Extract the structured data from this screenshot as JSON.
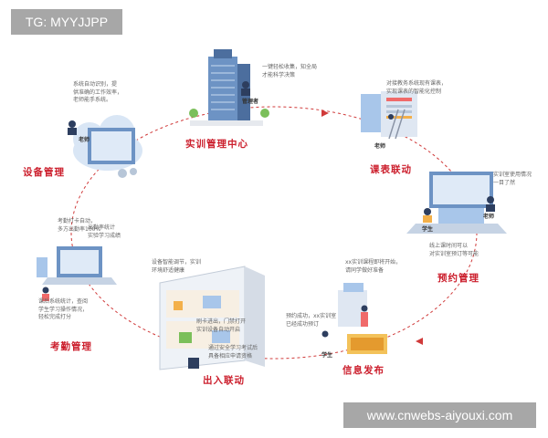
{
  "header_tag": "TG: MYYJJPP",
  "watermark": "www.cnwebs-aiyouxi.com",
  "nodes": {
    "center": {
      "label": "实训管理中心",
      "role": "管理者",
      "note": [
        "一键轻松收集，知全局",
        "才能科学决策"
      ]
    },
    "schedule": {
      "label": "课表联动",
      "role": "老师",
      "note": [
        "对接教务系统现有课表，",
        "实现课表的智能化控制"
      ]
    },
    "booking": {
      "label": "预约管理",
      "role_a": "老师",
      "role_b": "学生",
      "note_top": [
        "实训室使用情况",
        "一目了然"
      ],
      "note_bottom": [
        "线上课时间可以",
        "对实训室预订等可能"
      ]
    },
    "info": {
      "label": "信息发布",
      "role": "学生",
      "note_a": [
        "xx实训课程即将开始，",
        "请同学做好准备"
      ],
      "note_b": [
        "预约成功，xx实训室",
        "已经成功预订"
      ]
    },
    "access": {
      "label": "出入联动",
      "note_a": [
        "设备智能调节，实训",
        "环境舒适健康"
      ],
      "note_b": [
        "刷卡进出，门禁打开",
        "实训设备自动开启"
      ],
      "note_c": [
        "通过安全学习考试后",
        "具备相应申请资格"
      ]
    },
    "attendance": {
      "label": "考勤管理",
      "note_a": [
        "考勤打卡自动，",
        "多方出勤率100%"
      ],
      "note_b": [
        "出勤率统计",
        "实验学习成绩"
      ],
      "note_c": [
        "课后系统统计，查阅",
        "学生学习操作情况，",
        "轻松完成打分"
      ]
    },
    "device": {
      "label": "设备管理",
      "role": "老师",
      "note": [
        "系统自动识别，提",
        "供准确的工作效率，",
        "老师能手系统。"
      ]
    }
  },
  "colors": {
    "accent": "#cc1f2d",
    "ring": "#d03a3a"
  }
}
